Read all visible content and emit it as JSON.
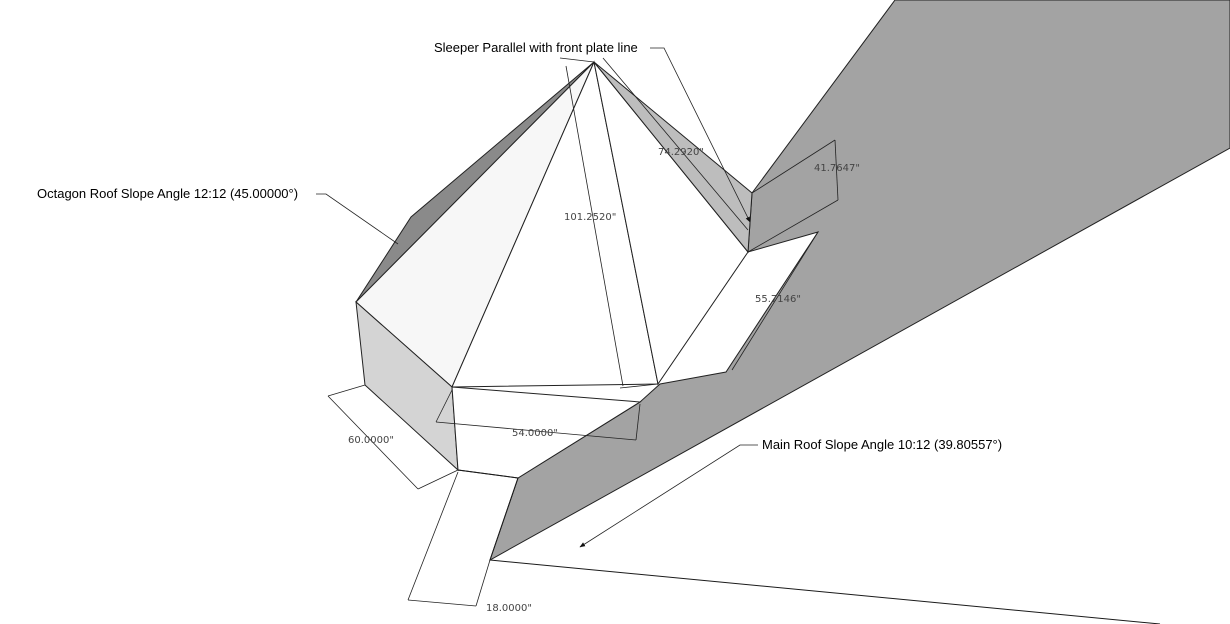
{
  "callouts": {
    "sleeper": "Sleeper Parallel with front plate line",
    "octagon_slope": "Octagon Roof Slope Angle 12:12 (45.00000°)",
    "main_slope": "Main Roof Slope Angle 10:12 (39.80557°)"
  },
  "dimensions": {
    "d_101": "101.2520\"",
    "d_74": "74.2920\"",
    "d_41": "41.7647\"",
    "d_55": "55.7146\"",
    "d_54": "54.0000\"",
    "d_60": "60.0000\"",
    "d_18": "18.0000\""
  },
  "colors": {
    "main_roof": "#a3a3a3",
    "dark_face": "#8a8a8a",
    "mid_face": "#bdbdbd",
    "light_face": "#d4d4d4",
    "pale_face": "#f7f7f7"
  }
}
